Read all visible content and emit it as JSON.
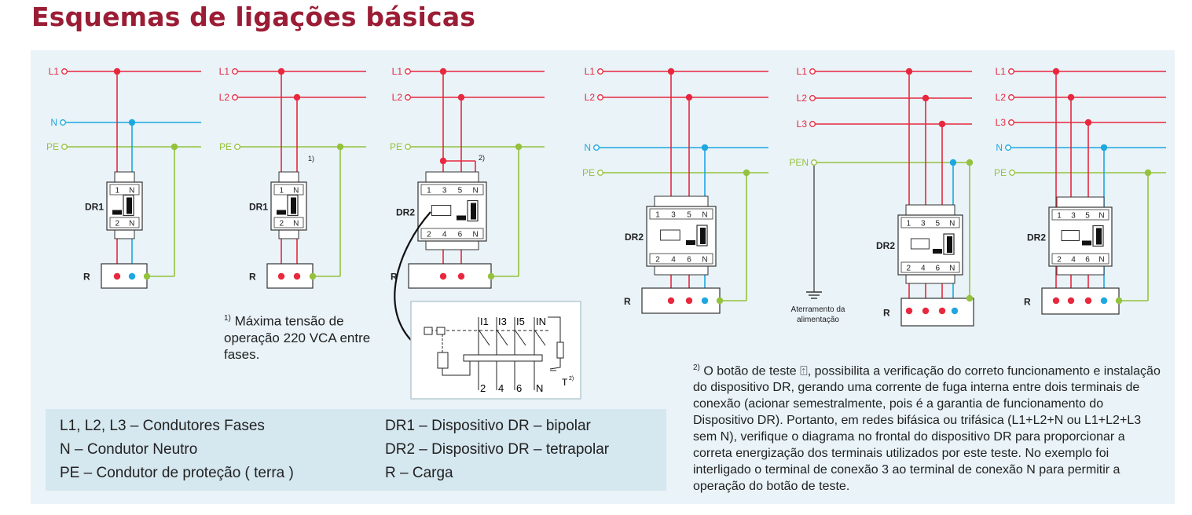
{
  "title": "Esquemas de ligações básicas",
  "colors": {
    "title": "#9b1d35",
    "phase": "#e8283e",
    "neutral": "#1ea7e0",
    "pe": "#95c23d",
    "panel": "#e9f3f8",
    "legend_bg": "#d5e7ef"
  },
  "conductors": {
    "L1": "L1",
    "L2": "L2",
    "L3": "L3",
    "N": "N",
    "PE": "PE",
    "PEN": "PEN"
  },
  "devices": {
    "dr1": "DR1",
    "dr2": "DR2",
    "load": "R"
  },
  "terminals": {
    "t1": "1",
    "t2": "2",
    "t3": "3",
    "t4": "4",
    "t5": "5",
    "t6": "6",
    "n": "N"
  },
  "detail_labels": {
    "i1": "I1",
    "i3": "I3",
    "i5": "I5",
    "in": "IN",
    "o2": "2",
    "o4": "4",
    "o6": "6",
    "on": "N",
    "test": "T",
    "test_sup": "2)"
  },
  "markers": {
    "fn1": "1)",
    "fn2": "2)"
  },
  "grounding": {
    "line1": "Aterramento da",
    "line2": "alimentação"
  },
  "footnote1": {
    "marker": "1)",
    "text": "Máxima tensão de operação 220 VCA entre fases."
  },
  "footnote2": {
    "marker": "2)",
    "text": "O botão de teste ⍐, possibilita a verificação do correto funcionamento e instalação do dispositivo DR, gerando uma corrente de fuga interna entre dois terminais de conexão (acionar semestralmente, pois é a garantia de funcionamento do Dispositivo DR). Portanto, em redes bifásica ou trifásica (L1+L2+N ou L1+L2+L3 sem N), verifique o diagrama no frontal do dispositivo DR para proporcionar a correta energização dos terminais utilizados por este teste. No exemplo foi interligado o terminal de conexão 3 ao terminal de conexão N para permitir a operação do botão de teste."
  },
  "legend": {
    "l1": "L1, L2, L3 – Condutores Fases",
    "l2": "N – Condutor Neutro",
    "l3": "PE – Condutor de proteção ( terra )",
    "r1": "DR1 – Dispositivo DR – bipolar",
    "r2": "DR2 – Dispositivo DR – tetrapolar",
    "r3": "R   – Carga"
  }
}
